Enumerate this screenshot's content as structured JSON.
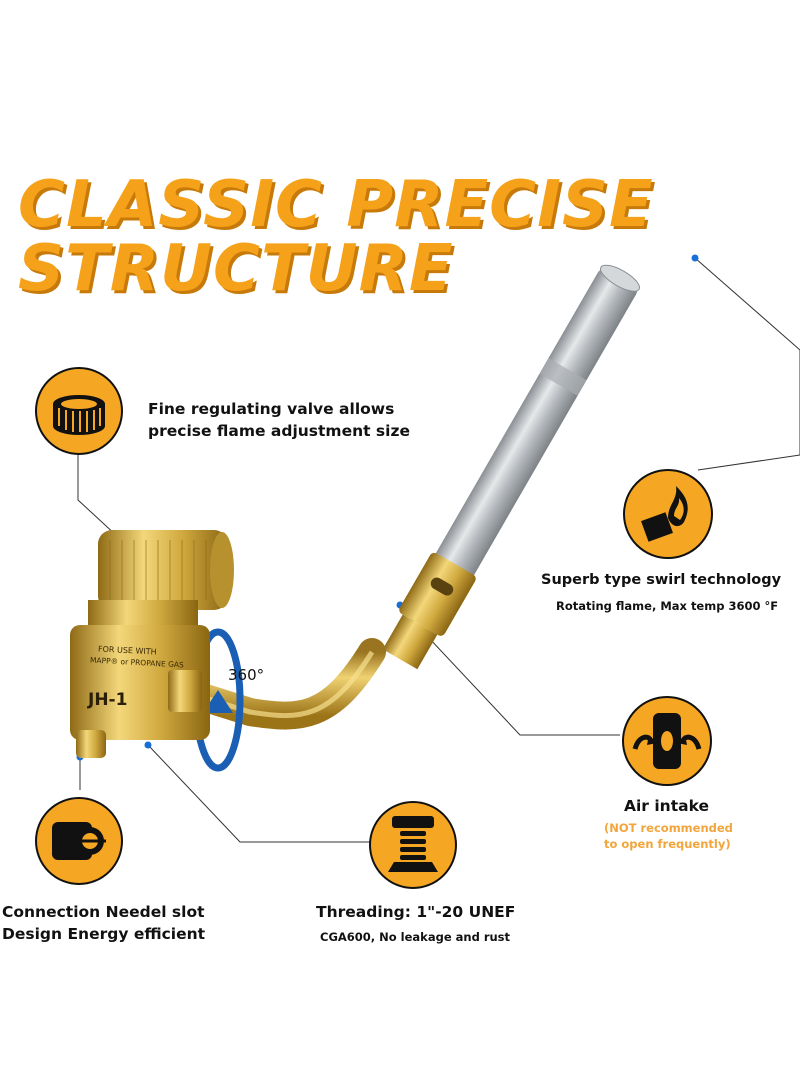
{
  "title": {
    "line1": "CLASSIC PRECISE",
    "line2": "STRUCTURE"
  },
  "product": {
    "label_line1": "FOR USE WITH",
    "label_line2": "MAPP® or PROPANE GAS",
    "model": "JH-1",
    "rotation": "360°"
  },
  "features": {
    "valve": {
      "icon": "knob-icon",
      "line1": "Fine regulating valve allows",
      "line2": "precise flame adjustment size"
    },
    "swirl": {
      "icon": "flame-icon",
      "title": "Superb type swirl technology",
      "subtitle": "Rotating flame, Max temp 3600 °F"
    },
    "air": {
      "icon": "air-intake-icon",
      "title": "Air intake",
      "note_line1": "(NOT recommended",
      "note_line2": "to open frequently)"
    },
    "needle": {
      "icon": "needle-slot-icon",
      "line1": "Connection Needel slot",
      "line2": "Design Energy efficient"
    },
    "thread": {
      "icon": "thread-icon",
      "title": "Threading: 1\"-20 UNEF",
      "subtitle": "CGA600, No leakage and rust"
    }
  },
  "colors": {
    "accent": "#F5A21A",
    "brass": "#C9A13B",
    "steel": "#B8BCC0"
  }
}
